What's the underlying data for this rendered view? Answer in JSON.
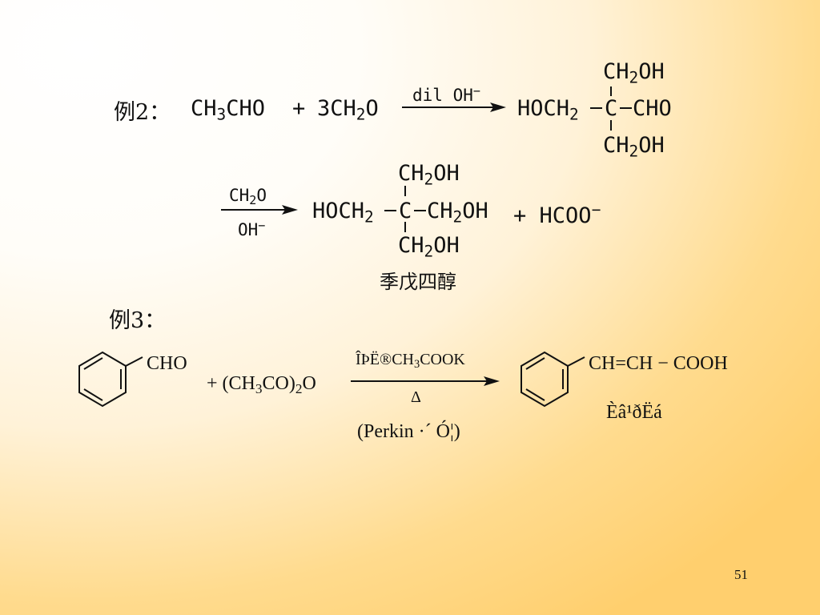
{
  "example2": {
    "label": "例2：",
    "reactant1": {
      "a": "CH",
      "s": "3",
      "b": "CHO"
    },
    "plus": "+",
    "reactant2": {
      "a": "3CH",
      "s": "2",
      "b": "O"
    },
    "arrow1_cond": {
      "a": "dil OH",
      "sup": "−"
    },
    "product1": {
      "top": {
        "a": "CH",
        "s": "2",
        "b": "OH"
      },
      "left": {
        "a": "HOCH",
        "s": "2"
      },
      "center": "C",
      "right": "CHO",
      "bottom": {
        "a": "CH",
        "s": "2",
        "b": "OH"
      }
    },
    "arrow2_top": {
      "a": "CH",
      "s": "2",
      "b": "O"
    },
    "arrow2_bottom": {
      "a": "OH",
      "sup": "−"
    },
    "product2": {
      "top": {
        "a": "CH",
        "s": "2",
        "b": "OH"
      },
      "left": {
        "a": "HOCH",
        "s": "2"
      },
      "center": "C",
      "right": {
        "a": "CH",
        "s": "2",
        "b": "OH"
      },
      "bottom": {
        "a": "CH",
        "s": "2",
        "b": "OH"
      }
    },
    "byproduct": {
      "plus": "+",
      "a": "HCOO",
      "sup": "−"
    },
    "product_name": "季戊四醇"
  },
  "example3": {
    "label": "例3：",
    "reactant_group": "CHO",
    "reagent": {
      "plus": "+",
      "a": "(CH",
      "s1": "3",
      "b": "CO)",
      "s2": "2",
      "c": "O"
    },
    "arrow_top": {
      "a": "ÎÞË®CH",
      "s": "3",
      "b": "COOK"
    },
    "arrow_bottom": "Δ",
    "product_chain": {
      "a": "CH",
      "dbl": "=",
      "b": "CH",
      "dash": "−",
      "c": "COOH"
    },
    "product_name": "Èâ¹ðËá",
    "reaction_name": "(Perkin ·´ Ó¦)"
  },
  "page_number": "51",
  "colors": {
    "bg_light": "#ffffff",
    "bg_warm": "#ffcf6e",
    "ink": "#111111"
  }
}
